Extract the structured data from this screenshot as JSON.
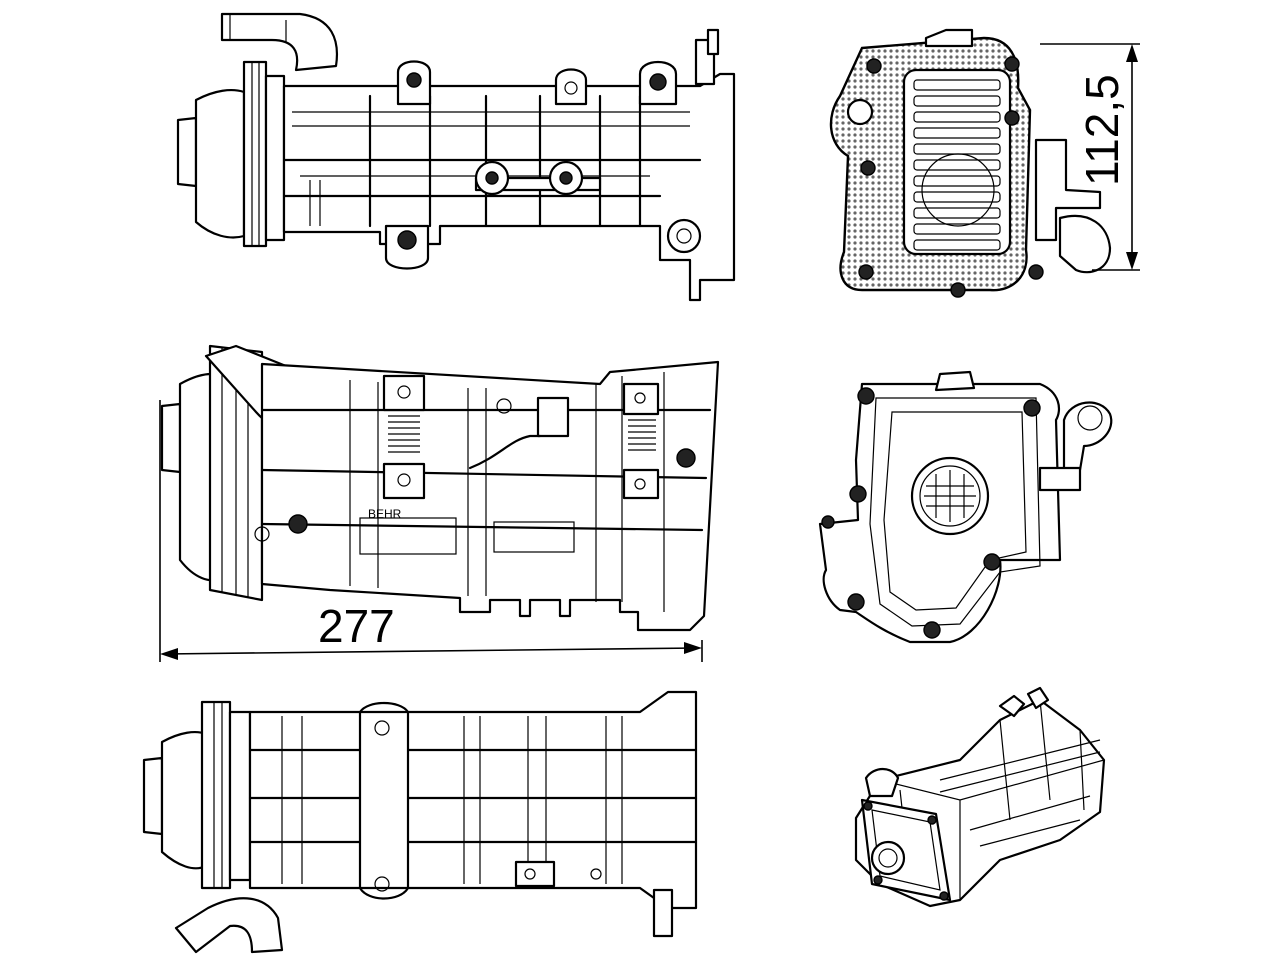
{
  "dimensions": {
    "length": "277",
    "height": "112,5"
  },
  "views": [
    {
      "id": "top-view"
    },
    {
      "id": "front-view"
    },
    {
      "id": "bottom-view"
    },
    {
      "id": "end-view-gasket"
    },
    {
      "id": "end-view-flange"
    },
    {
      "id": "isometric-view"
    }
  ],
  "part_marking": "BEHR"
}
